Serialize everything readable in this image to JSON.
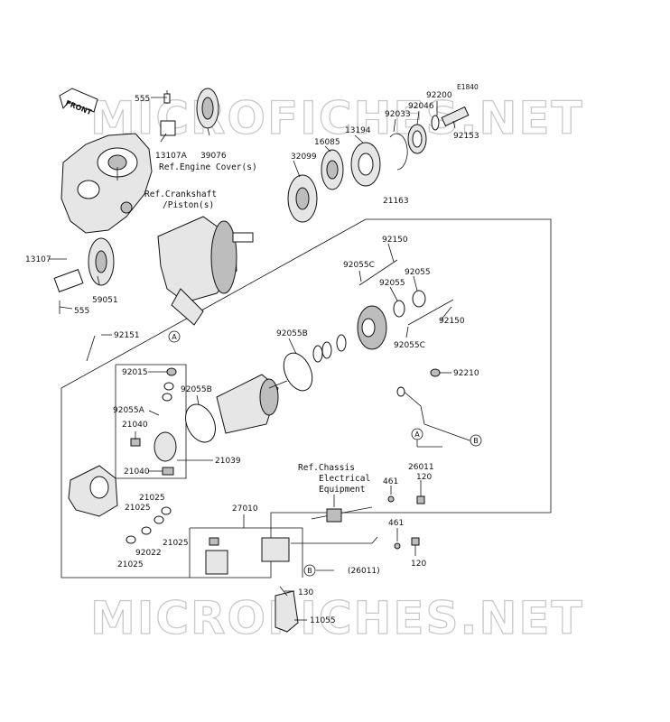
{
  "diagram": {
    "code": "E1840",
    "front_label": "FRONT",
    "watermark": "MICROFICHES.NET",
    "refs": {
      "engine_cover": "Ref.Engine Cover(s)",
      "crankshaft_1": "Ref.Crankshaft",
      "crankshaft_2": "/Piston(s)",
      "chassis_1": "Ref.Chassis",
      "chassis_2": "Electrical",
      "chassis_3": "Equipment"
    },
    "labels": {
      "p555a": "555",
      "p13107a": "13107A",
      "p39076": "39076",
      "p13107": "13107",
      "p59051": "59051",
      "p555b": "555",
      "p32099": "32099",
      "p16085": "16085",
      "p13194": "13194",
      "p92033": "92033",
      "p92046": "92046",
      "p92200": "92200",
      "p92153": "92153",
      "p21163": "21163",
      "p92150a": "92150",
      "p92055c_a": "92055C",
      "p92055_a": "92055",
      "p92055_b": "92055",
      "p92150b": "92150",
      "p92055c_b": "92055C",
      "p92151": "92151",
      "p92055b_a": "92055B",
      "p92015": "92015",
      "p92055b_b": "92055B",
      "p92055a": "92055A",
      "p21040a": "21040",
      "p21040b": "21040",
      "p21039": "21039",
      "p92210": "92210",
      "p26011": "26011",
      "p461a": "461",
      "p120a": "120",
      "p461b": "461",
      "p120b": "120",
      "p27010": "27010",
      "p26011b": "(26011)",
      "p21025a": "21025",
      "p21025b": "21025",
      "p21025c": "21025",
      "p92022": "92022",
      "p21025d": "21025",
      "p130": "130",
      "p11055": "11055"
    },
    "bubbles": {
      "a1": "A",
      "a2": "A",
      "b1": "B",
      "b2": "B"
    }
  }
}
